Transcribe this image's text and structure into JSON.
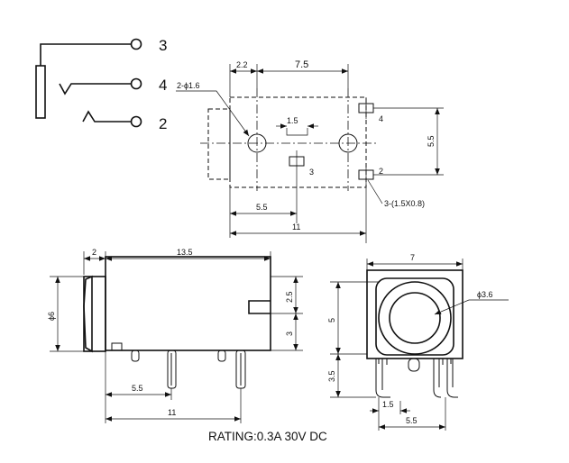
{
  "schematic": {
    "pin3": "3",
    "pin4": "4",
    "pin2": "2"
  },
  "pcb_view": {
    "dim_2_2": "2.2",
    "dim_7_5": "7.5",
    "hole_callout": "2-ϕ1.6",
    "dim_1_5": "1.5",
    "dim_5_5_right": "5.5",
    "pad_4": "4",
    "pad_3": "3",
    "pad_2": "2",
    "pad_callout": "3-(1.5X0.8)",
    "dim_5_5_bottom": "5.5",
    "dim_11": "11"
  },
  "side_view": {
    "dim_2": "2",
    "dim_13_5": "13.5",
    "dim_phi6": "ϕ6",
    "dim_2_5": "2.5",
    "dim_3": "3",
    "dim_5_5": "5.5",
    "dim_11": "11"
  },
  "front_view": {
    "dim_7": "7",
    "dim_phi3_6": "ϕ3.6",
    "dim_5": "5",
    "dim_3_5": "3.5",
    "dim_1_5": "1.5",
    "dim_5_5": "5.5"
  },
  "rating": "RATING:0.3A 30V DC"
}
